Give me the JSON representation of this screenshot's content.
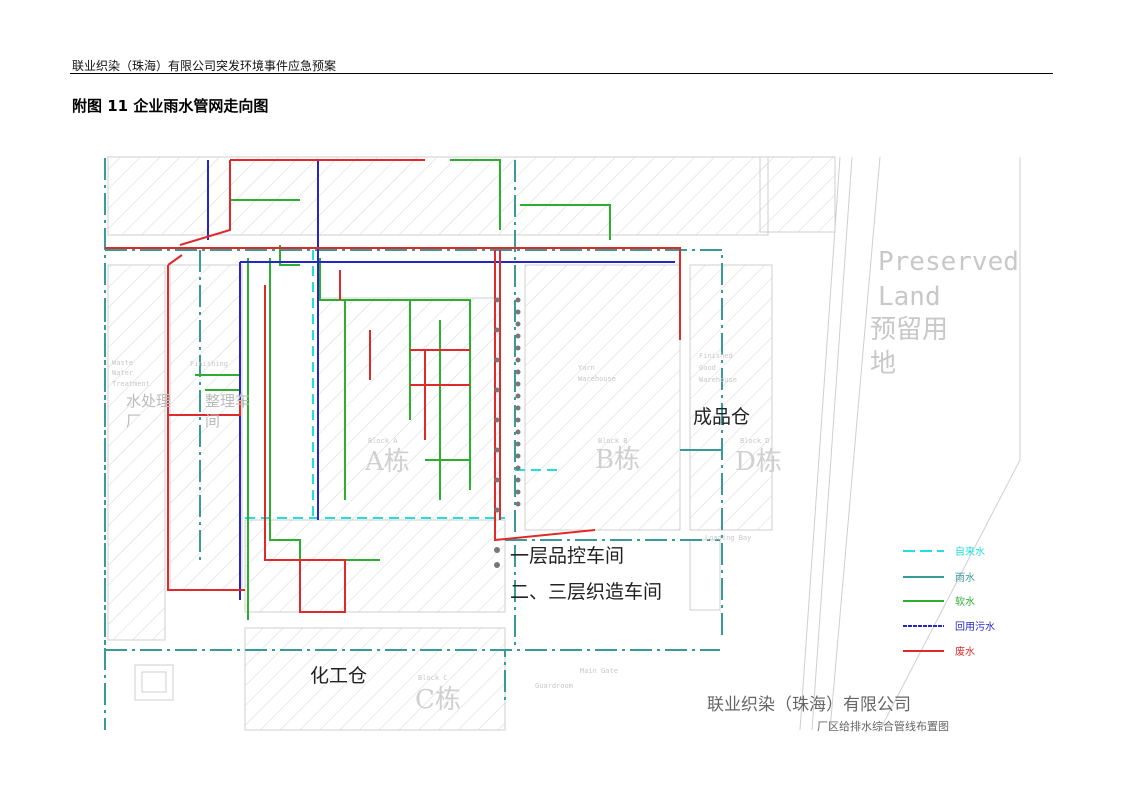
{
  "header": {
    "text": "联业织染（珠海）有限公司突发环境事件应急预案"
  },
  "figure": {
    "title": "附图 11 企业雨水管网走向图"
  },
  "map": {
    "preserved_en_1": "Preserved",
    "preserved_en_2": "Land",
    "preserved_cn_1": "预留用",
    "preserved_cn_2": "地",
    "wwt_en_1": "Waste",
    "wwt_en_2": "Water",
    "wwt_en_3": "Treatment",
    "wwt_cn_1": "水处理",
    "wwt_cn_2": "厂",
    "finishing_en": "Finishing",
    "finishing_cn_1": "整理车",
    "finishing_cn_2": "间",
    "yarn_en_1": "Yarn",
    "yarn_en_2": "Warehouse",
    "fg_en_1": "Finished",
    "fg_en_2": "Good",
    "fg_en_3": "Warehouse",
    "finished_cn": "成品仓",
    "block_a": "Block A",
    "block_a_cn": "A栋",
    "block_b": "Block B",
    "block_b_cn": "B栋",
    "block_d": "Block D",
    "block_d_cn": "D栋",
    "block_c": "Block C",
    "block_c_cn": "C栋",
    "chemical_cn": "化工仓",
    "qc_cn": "一层品控车间",
    "weaving_cn": "二、三层织造车间",
    "loading_bay": "Loading Bay",
    "main_gate": "Main Gate",
    "guardroom": "Guardroom",
    "company": "联业织染（珠海）有限公司",
    "drawing_name": "厂区给排水综合管线布置图"
  },
  "legend": {
    "items": [
      {
        "label": "自来水",
        "color": "#22dede"
      },
      {
        "label": "雨水",
        "color": "#3a9999"
      },
      {
        "label": "软水",
        "color": "#2eae2e"
      },
      {
        "label": "回用污水",
        "color": "#2626c8"
      },
      {
        "label": "废水",
        "color": "#e02a2a"
      }
    ]
  }
}
